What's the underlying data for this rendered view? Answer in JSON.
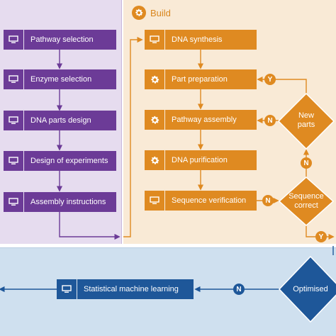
{
  "build": {
    "title": "Build"
  },
  "design_steps": [
    {
      "label": "Pathway selection"
    },
    {
      "label": "Enzyme selection"
    },
    {
      "label": "DNA parts design"
    },
    {
      "label": "Design of experiments"
    },
    {
      "label": "Assembly instructions"
    }
  ],
  "build_steps": [
    {
      "label": "DNA synthesis"
    },
    {
      "label": "Part preparation"
    },
    {
      "label": "Pathway assembly"
    },
    {
      "label": "DNA purification"
    },
    {
      "label": "Sequence verification"
    }
  ],
  "decisions": {
    "new_parts": {
      "line1": "New",
      "line2": "parts",
      "yes": "Y",
      "no": "N",
      "below": "N"
    },
    "sequence_correct": {
      "line1": "Sequence",
      "line2": "correct",
      "no": "N",
      "yes": "Y"
    },
    "optimised": {
      "label": "Optimised",
      "no": "N"
    }
  },
  "learn_steps": [
    {
      "label": "Statistical machine learning"
    }
  ],
  "colors": {
    "design": "#6c3b97",
    "build": "#df8a21",
    "learn": "#1e5799"
  },
  "icons": {
    "computer": "monitor-icon",
    "robot": "gear-icon"
  }
}
